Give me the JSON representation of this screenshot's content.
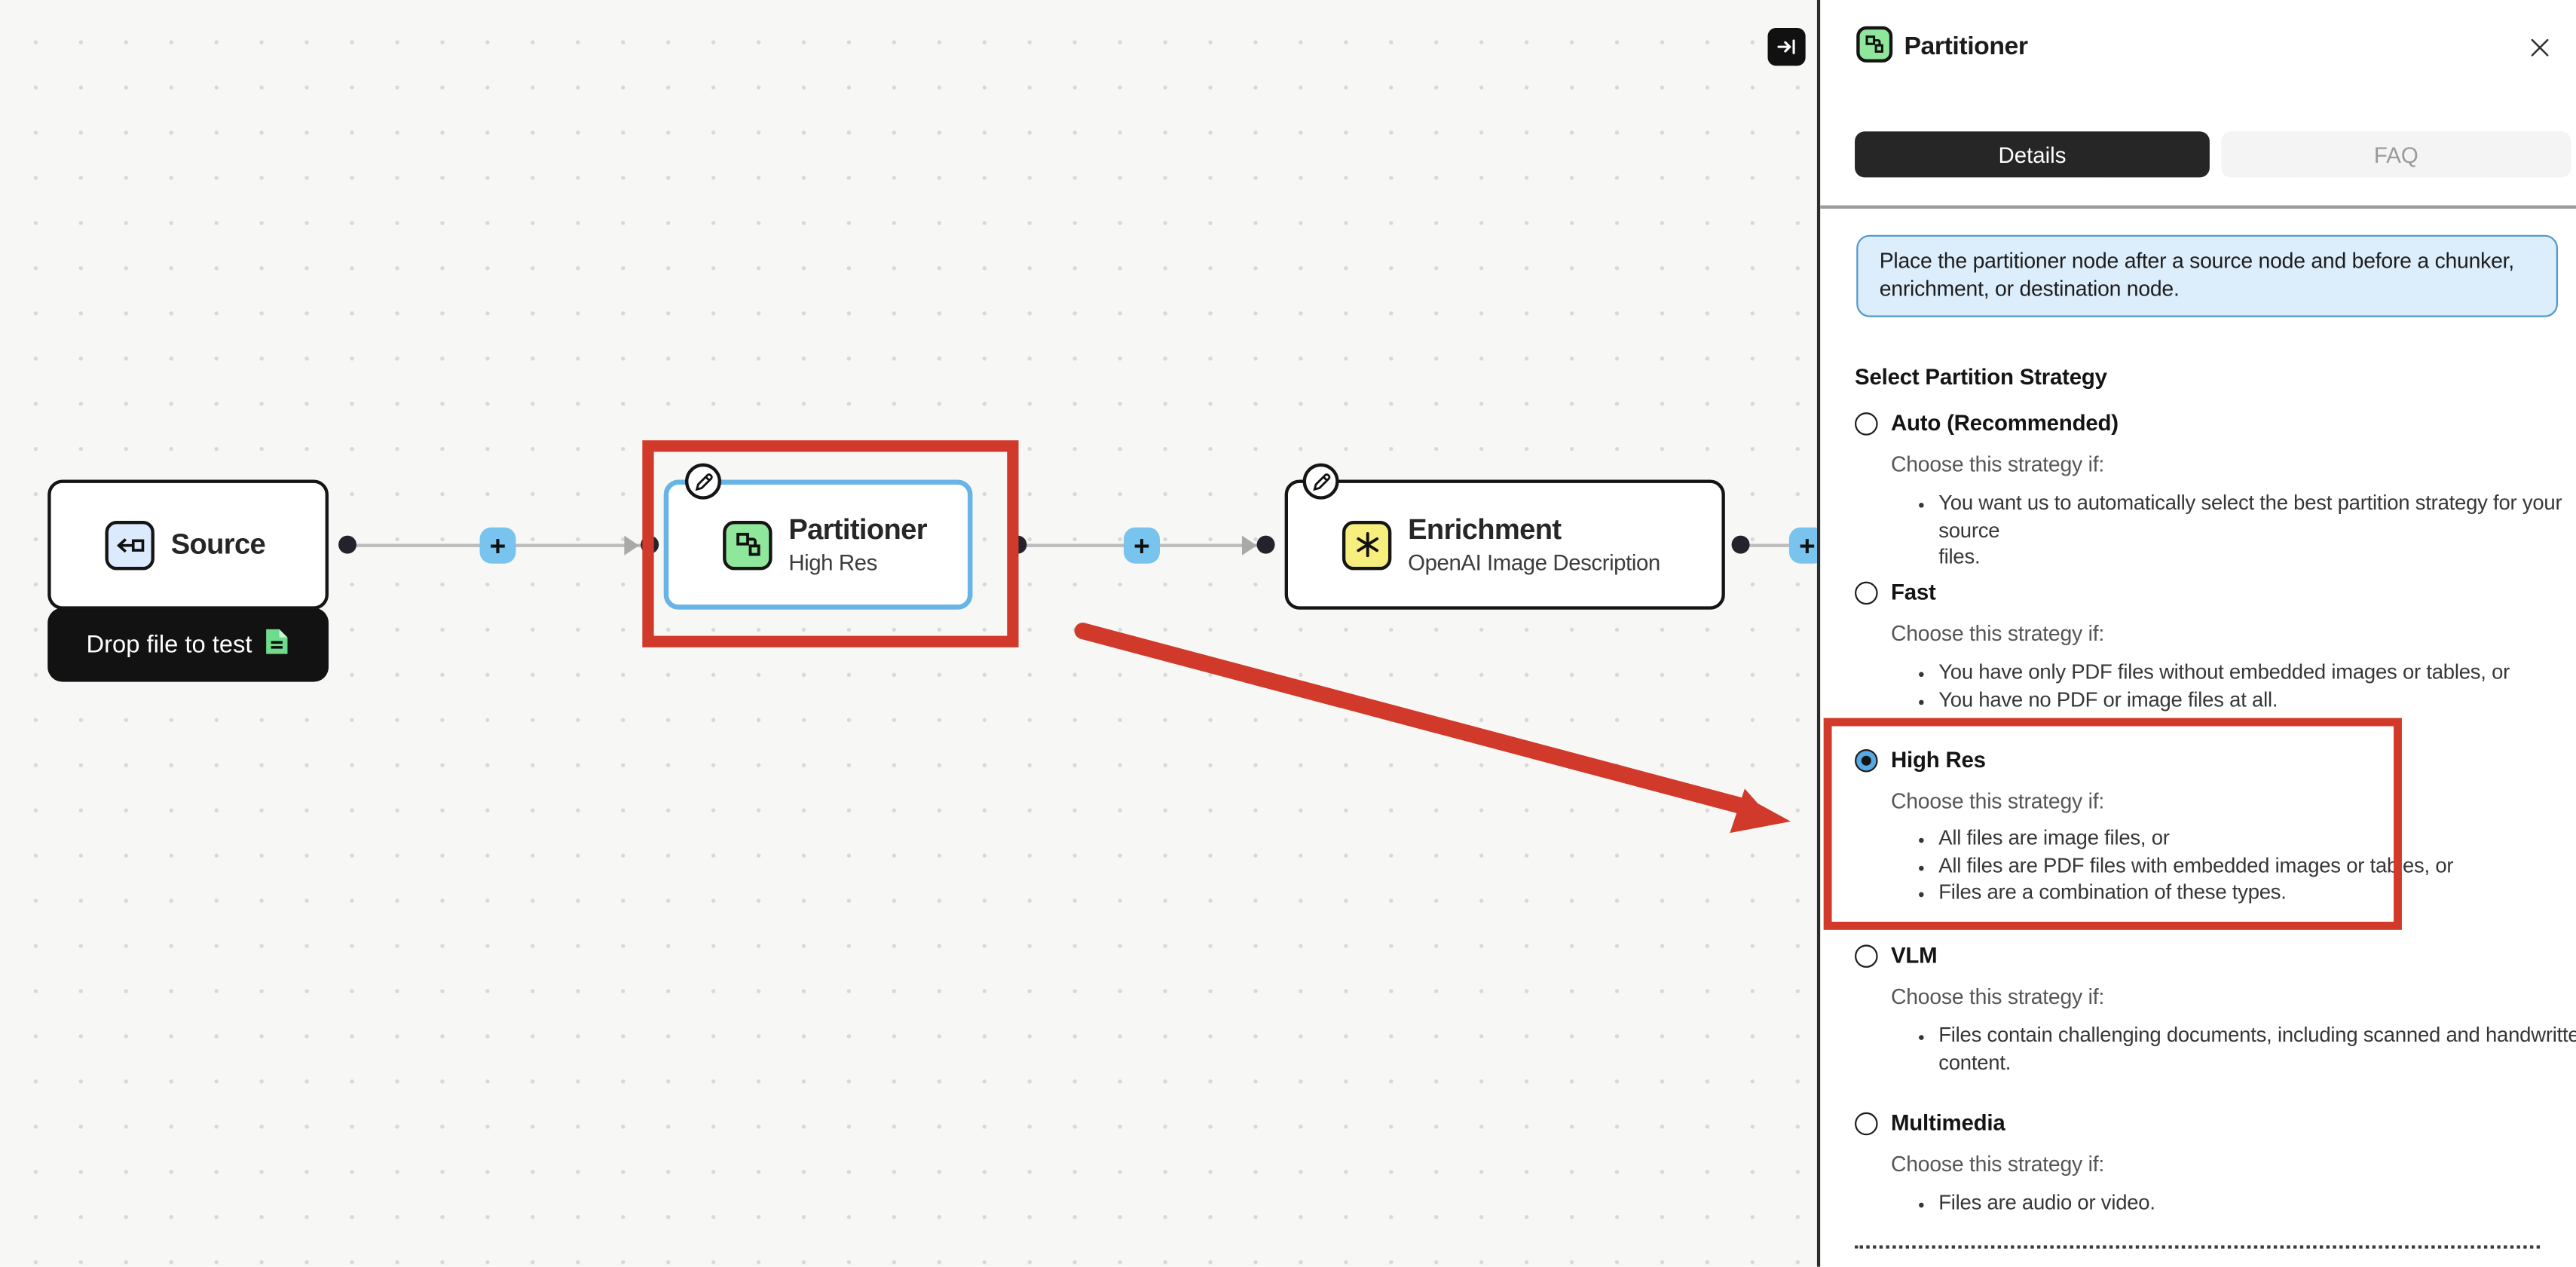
{
  "colors": {
    "canvas_bg": "#f7f7f6",
    "annotation_red": "#d13a2b",
    "selected_blue": "#68b4e6",
    "plus_blue": "#79c3ef",
    "port_dark": "#23232e",
    "source_icon_bg": "#dbeafc",
    "partitioner_icon_bg": "#8fe79b",
    "enrichment_icon_bg": "#f6ef7d",
    "doc_icon_green": "#6edc8c",
    "info_bg": "#dcedfb",
    "info_border": "#4e97cd",
    "tab_active_bg": "#262626",
    "tab_inactive_bg": "#f4f4f4"
  },
  "canvas": {
    "collapse_button": "collapse-panel",
    "nodes": {
      "source": {
        "title": "Source",
        "drop_label": "Drop file to test"
      },
      "partitioner": {
        "title": "Partitioner",
        "subtitle": "High Res"
      },
      "enrichment": {
        "title": "Enrichment",
        "subtitle": "OpenAI Image Description"
      }
    },
    "plus_label": "+"
  },
  "panel": {
    "title": "Partitioner",
    "tabs": [
      {
        "label": "Details",
        "active": true
      },
      {
        "label": "FAQ",
        "active": false
      }
    ],
    "info": "Place the partitioner node after a source node and before a chunker,\nenrichment, or destination node.",
    "strategy_heading": "Select Partition Strategy",
    "choose_label": "Choose this strategy if:",
    "options": [
      {
        "label": "Auto (Recommended)",
        "selected": false,
        "highlighted": false,
        "bullets": [
          "You want us to automatically select the best partition strategy for your source\nfiles."
        ]
      },
      {
        "label": "Fast",
        "selected": false,
        "highlighted": false,
        "bullets": [
          "You have only PDF files without embedded images or tables, or",
          "You have no PDF or image files at all."
        ]
      },
      {
        "label": "High Res",
        "selected": true,
        "highlighted": true,
        "bullets": [
          "All files are image files, or",
          "All files are PDF files with embedded images or tables, or",
          "Files are a combination of these types."
        ]
      },
      {
        "label": "VLM",
        "selected": false,
        "highlighted": false,
        "bullets": [
          "Files contain challenging documents, including scanned and handwritten\ncontent."
        ]
      },
      {
        "label": "Multimedia",
        "selected": false,
        "highlighted": false,
        "bullets": [
          "Files are audio or video."
        ]
      }
    ]
  }
}
